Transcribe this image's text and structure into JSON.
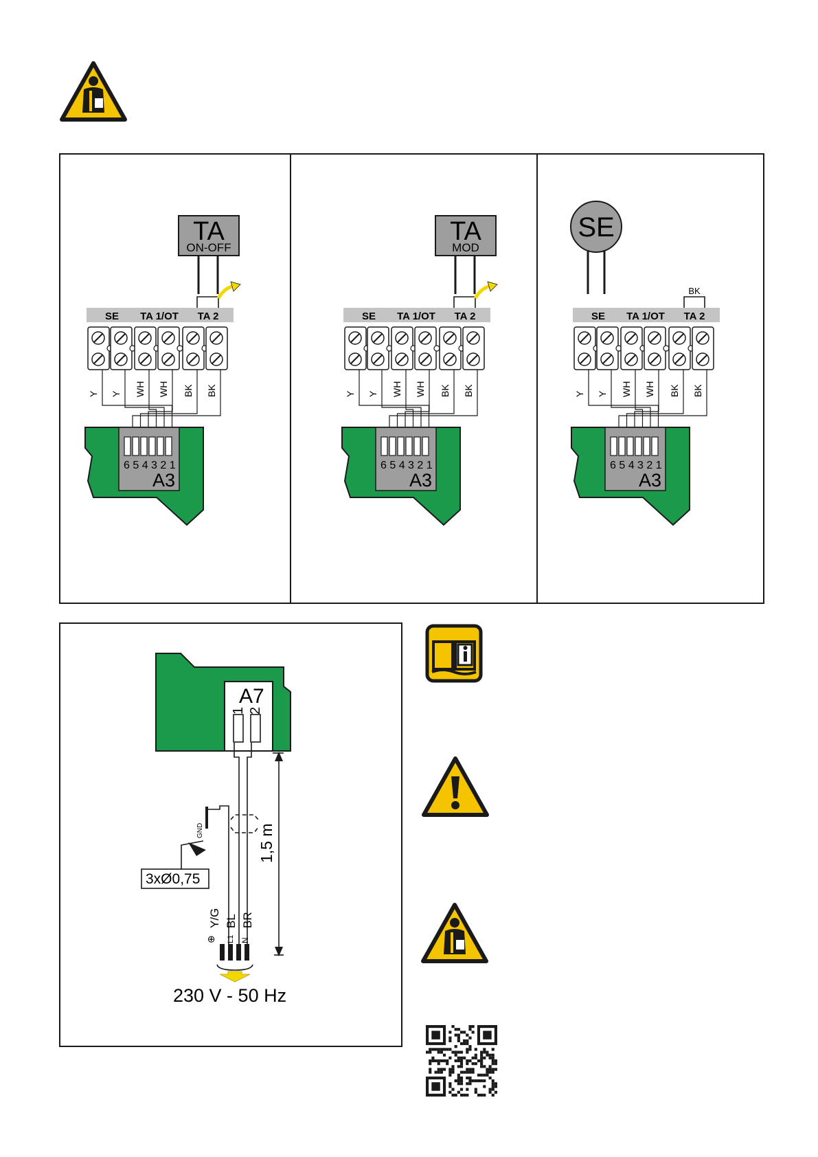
{
  "colors": {
    "board_green": "#1a9a4a",
    "module_gray": "#9e9e9e",
    "strip_gray": "#c4c4c4",
    "warning_yellow": "#f5c400",
    "arrow_yellow": "#f3d800",
    "line": "#1a1a1a"
  },
  "icons": [
    "qualified-technician-warning-icon",
    "read-manual-icon",
    "general-warning-icon",
    "qr-code-icon"
  ],
  "panels": [
    {
      "device": {
        "kind": "box",
        "title": "TA",
        "subtitle": "ON-OFF"
      },
      "strip_labels": [
        "SE",
        "TA 1/OT",
        "TA 2"
      ],
      "wire_labels": [
        "Y",
        "Y",
        "WH",
        "WH",
        "BK",
        "BK"
      ],
      "pins": "6 5 4 3 2 1",
      "module": "A3",
      "bridge_label": ""
    },
    {
      "device": {
        "kind": "box",
        "title": "TA",
        "subtitle": "MOD"
      },
      "strip_labels": [
        "SE",
        "TA 1/OT",
        "TA 2"
      ],
      "wire_labels": [
        "Y",
        "Y",
        "WH",
        "WH",
        "BK",
        "BK"
      ],
      "pins": "6 5 4 3 2 1",
      "module": "A3",
      "bridge_label": ""
    },
    {
      "device": {
        "kind": "circle",
        "title": "SE",
        "subtitle": ""
      },
      "strip_labels": [
        "SE",
        "TA 1/OT",
        "TA 2"
      ],
      "wire_labels": [
        "Y",
        "Y",
        "WH",
        "WH",
        "BK",
        "BK"
      ],
      "pins": "6 5 4 3 2 1",
      "module": "A3",
      "bridge_label": "BK"
    }
  ],
  "power": {
    "module": "A7",
    "pin1": "1",
    "pin2": "2",
    "gnd": "GND",
    "cable": "3xØ0,75",
    "length": "1,5 m",
    "wire_colors": [
      "Y/G",
      "BL",
      "BR"
    ],
    "terminals": [
      "⊕",
      "L1",
      "N"
    ],
    "supply": "230 V - 50 Hz"
  }
}
